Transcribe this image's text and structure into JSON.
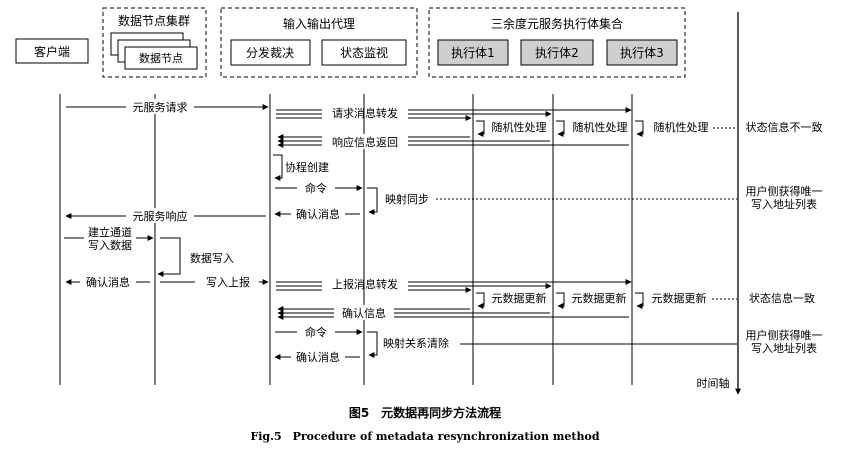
{
  "actors": {
    "client": "客户端",
    "cluster_title": "数据节点集群",
    "data_node": "数据节点",
    "io_proxy_title": "输入输出代理",
    "dispatch": "分发裁决",
    "status_monitor": "状态监视",
    "exec_set_title": "三余度元服务执行体集合",
    "exec1": "执行体1",
    "exec2": "执行体2",
    "exec3": "执行体3"
  },
  "messages": {
    "meta_request": "元服务请求",
    "request_forward": "请求消息转发",
    "random_process": "随机性处理",
    "status_inconsistent": "状态信息不一致",
    "response_return": "响应信息返回",
    "coroutine_create": "协程创建",
    "command": "命令",
    "mapping_sync": "映射同步",
    "user_gets_list_line1": "用户侧获得唯一",
    "user_gets_list_line2": "写入地址列表",
    "confirm_msg": "确认消息",
    "meta_response": "元服务响应",
    "build_channel": "建立通道",
    "write_data": "写入数据",
    "data_write": "数据写入",
    "write_report": "写入上报",
    "report_forward": "上报消息转发",
    "meta_update": "元数据更新",
    "status_consistent": "状态信息一致",
    "confirm_info": "确认信息",
    "mapping_clear": "映射关系清除",
    "time_axis": "时间轴"
  },
  "caption": {
    "cn": "图5　元数据再同步方法流程",
    "en": "Fig.5　Procedure of metadata resynchronization method"
  },
  "colors": {
    "line": "#000000",
    "exec_fill": "#cfcfcf"
  }
}
